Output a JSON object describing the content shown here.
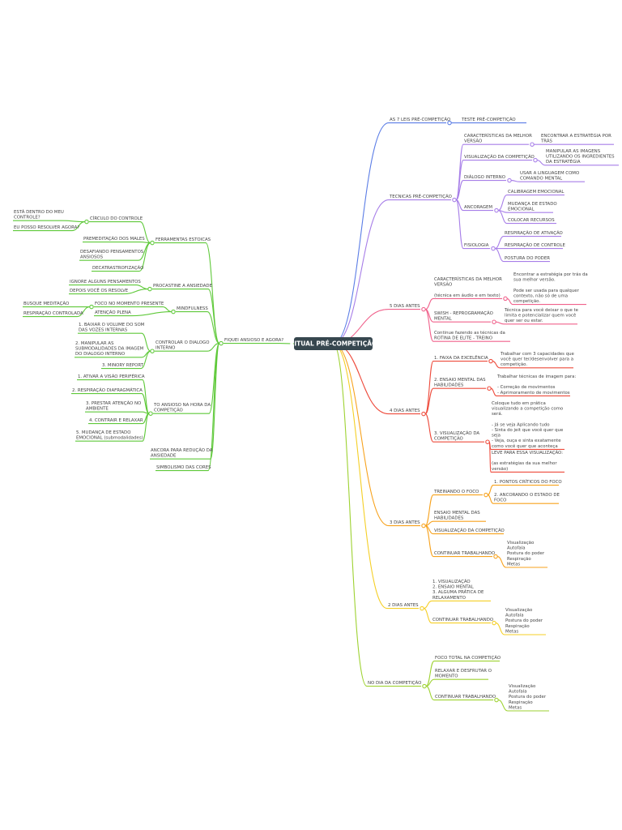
{
  "colors": {
    "root_bg": "#37474f",
    "blue": "#5b7de6",
    "purple": "#a77ee8",
    "pink": "#f0628c",
    "red": "#ee4b3c",
    "orange": "#f7a21d",
    "yellow": "#f5cf26",
    "lime": "#9ed232",
    "green": "#5fc93a"
  },
  "root": {
    "label": "RITUAL PRÉ-COMPETIÇÃO"
  },
  "right": [
    {
      "id": "b1",
      "color": "blue",
      "lines": [
        "AS 7 LEIS PRÉ-COMPETIÇÃO"
      ],
      "children": [
        {
          "id": "b1a",
          "lines": [
            "TESTE PRÉ-COMPETIÇÃO"
          ]
        }
      ]
    },
    {
      "id": "b2",
      "color": "purple",
      "lines": [
        "TECNICAS PRÉ-COMPETIÇÃO"
      ],
      "children": [
        {
          "id": "b2a",
          "lines": [
            "CARACTERÍSTICAS DA MELHOR",
            "VERSÃO"
          ],
          "children": [
            {
              "id": "b2a1",
              "lines": [
                "ENCONTRAR A ESTRATÉGIA POR",
                "TRÁS"
              ]
            }
          ]
        },
        {
          "id": "b2b",
          "lines": [
            "VISUALIZAÇÃO DA COMPETIÇÃO"
          ],
          "children": [
            {
              "id": "b2b1",
              "lines": [
                "MANIPULAR AS IMAGENS",
                "UTILIZANDO OS INGREDIENTES",
                "DA ESTRATÉGIA"
              ]
            }
          ]
        },
        {
          "id": "b2c",
          "lines": [
            "DIÁLOGO INTERNO"
          ],
          "children": [
            {
              "id": "b2c1",
              "lines": [
                "USAR A LINGUAGEM COMO",
                "COMANDO MENTAL"
              ]
            }
          ]
        },
        {
          "id": "b2d",
          "lines": [
            "ANCORAGEM"
          ],
          "children": [
            {
              "id": "b2d1",
              "lines": [
                "CALIBRAGEM EMOCIONAL"
              ]
            },
            {
              "id": "b2d2",
              "lines": [
                "MUDANÇA DE ESTADO",
                "EMOCIONAL"
              ]
            },
            {
              "id": "b2d3",
              "lines": [
                "COLOCAR RECURSOS"
              ]
            }
          ]
        },
        {
          "id": "b2e",
          "lines": [
            "FISIOLOGIA"
          ],
          "children": [
            {
              "id": "b2e1",
              "lines": [
                "RESPIRAÇÃO DE ATIVAÇÃO"
              ]
            },
            {
              "id": "b2e2",
              "lines": [
                "RESPIRAÇÃO DE CONTROLE"
              ]
            },
            {
              "id": "b2e3",
              "lines": [
                "POSTURA DO PODER"
              ]
            }
          ]
        }
      ]
    },
    {
      "id": "b3",
      "color": "pink",
      "lines": [
        "5 DIAS ANTES"
      ],
      "children": [
        {
          "id": "b3a",
          "lines": [
            "CARACTERÍSTICAS DA MELHOR",
            "VERSÃO",
            "",
            "(técnica em áudio e em texto)"
          ],
          "children": [
            {
              "id": "b3a1",
              "lines": [
                "Encontrar a estratégia por trás da",
                "sua melhor versão.",
                "",
                "Pode ser usada para qualquer",
                "contexto, não só de uma",
                "competição."
              ]
            }
          ]
        },
        {
          "id": "b3b",
          "lines": [
            "SWISH - REPROGRAMAÇÃO",
            "MENTAL"
          ],
          "children": [
            {
              "id": "b3b1",
              "lines": [
                "Técnica para você deixar o que te",
                "limita e potencializar quem você",
                "quer ser ou estar."
              ]
            }
          ]
        },
        {
          "id": "b3c",
          "lines": [
            "Continue fazendo as técnicas da",
            "ROTINA DE ELITE - TREINO"
          ]
        }
      ]
    },
    {
      "id": "b4",
      "color": "red",
      "lines": [
        "4 DIAS ANTES"
      ],
      "children": [
        {
          "id": "b4a",
          "lines": [
            "1. FAIXA DA EXCELÊNCIA"
          ],
          "children": [
            {
              "id": "b4a1",
              "lines": [
                "Trabalhar com 3 capacidades que",
                "você quer ter/desenvolver para a",
                "competição."
              ]
            }
          ]
        },
        {
          "id": "b4b",
          "lines": [
            "2. ENSAIO MENTAL DAS",
            "HABILIDADES"
          ],
          "children": [
            {
              "id": "b4b1",
              "lines": [
                "Trabalhar técnicas de imagem para:",
                "",
                "- Correção de movimentos",
                "- Aprimoramento de movimentos"
              ]
            }
          ]
        },
        {
          "id": "b4c",
          "lines": [
            "3. VISUALIZAÇÃO DA",
            "COMPETIÇÃO"
          ],
          "children": [
            {
              "id": "b4c1",
              "lines": [
                "Coloque tudo em prática",
                "visualizando a competição como",
                "será.",
                "",
                "- Já se veja Aplicando tudo",
                "- Sinta do jeit que você quer que",
                "seja",
                "- Veja, ouça e sinta exatamente",
                "como você quer que aconteça"
              ]
            },
            {
              "id": "b4c2",
              "lines": [
                "LEVE PARA ESSA VISUALIZAÇÃO:",
                "",
                "(as estratégias da sua melhor",
                "versão)"
              ]
            }
          ]
        }
      ]
    },
    {
      "id": "b5",
      "color": "orange",
      "lines": [
        "3 DIAS ANTES"
      ],
      "children": [
        {
          "id": "b5a",
          "lines": [
            "TREINANDO O FOCO"
          ],
          "children": [
            {
              "id": "b5a1",
              "lines": [
                "1. PONTOS CRÍTICOS DO FOCO"
              ]
            },
            {
              "id": "b5a2",
              "lines": [
                "2. ANCORANDO O ESTADO DE",
                "FOCO"
              ]
            }
          ]
        },
        {
          "id": "b5b",
          "lines": [
            "ENSAIO MENTAL DAS",
            "HABILIDADES"
          ]
        },
        {
          "id": "b5c",
          "lines": [
            "VISUALIZAÇÃO DA COMPETIÇÃO"
          ]
        },
        {
          "id": "b5d",
          "lines": [
            "CONTINUAR TRABALHANDO"
          ],
          "children": [
            {
              "id": "b5d1",
              "lines": [
                "Visualização",
                "Autofala",
                "Postura do poder",
                "Respiração",
                "Metas"
              ]
            }
          ]
        }
      ]
    },
    {
      "id": "b6",
      "color": "yellow",
      "lines": [
        "2 DIAS ANTES"
      ],
      "children": [
        {
          "id": "b6a",
          "lines": [
            "1. VISUALIZAÇÃO",
            "2. ENSAIO MENTAL",
            "3. ALGUMA PRÁTICA DE",
            "RELAXAMENTO"
          ]
        },
        {
          "id": "b6b",
          "lines": [
            "CONTINUAR TRABALHANDO"
          ],
          "children": [
            {
              "id": "b6b1",
              "lines": [
                "Visualização",
                "Autofala",
                "Postura do poder",
                "Respiração",
                "Metas"
              ]
            }
          ]
        }
      ]
    },
    {
      "id": "b7",
      "color": "lime",
      "lines": [
        "NO DIA DA COMPETIÇÃO"
      ],
      "children": [
        {
          "id": "b7a",
          "lines": [
            "FOCO TOTAL NA COMPETIÇÃO"
          ]
        },
        {
          "id": "b7b",
          "lines": [
            "RELAXAR E DESFRUTAR O",
            "MOMENTO"
          ]
        },
        {
          "id": "b7c",
          "lines": [
            "CONTINUAR TRABALHANDO"
          ],
          "children": [
            {
              "id": "b7c1",
              "lines": [
                "Visualização",
                "Autofala",
                "Postura do poder",
                "Respiração",
                "Metas"
              ]
            }
          ]
        }
      ]
    }
  ],
  "left": {
    "id": "L",
    "color": "green",
    "lines": [
      "FIQUEI ANSIOSO E AGORA?"
    ],
    "children": [
      {
        "id": "L1",
        "lines": [
          "FERRAMENTAS ESTOICAS"
        ],
        "children": [
          {
            "id": "L1a",
            "lines": [
              "CÍRCULO DO CONTROLE"
            ],
            "children": [
              {
                "id": "L1a1",
                "lines": [
                  "ESTÁ DENTRO DO MEU",
                  "CONTROLE?"
                ]
              },
              {
                "id": "L1a2",
                "lines": [
                  "EU POSSO RESOLVER AGORA?"
                ]
              }
            ]
          },
          {
            "id": "L1b",
            "lines": [
              "PREMEDITAÇÃO DOS MALES"
            ]
          },
          {
            "id": "L1c",
            "lines": [
              "DESAFIANDO PENSAMENTOS",
              "ANSIOSOS"
            ]
          },
          {
            "id": "L1d",
            "lines": [
              "DECATRASTROFIZAÇÃO"
            ]
          }
        ]
      },
      {
        "id": "L2",
        "lines": [
          "PROCASTINE A ANSIEDADE"
        ],
        "children": [
          {
            "id": "L2a",
            "lines": [
              "IGNORE ALGUNS PENSAMENTOS"
            ]
          },
          {
            "id": "L2b",
            "lines": [
              "DEPOIS VOCÊ OS RESOLVE"
            ]
          }
        ]
      },
      {
        "id": "L3",
        "lines": [
          "MINDFULNESS"
        ],
        "children": [
          {
            "id": "L3a",
            "lines": [
              "FOCO NO MOMENTO PRESENTE"
            ],
            "children": [
              {
                "id": "L3a1",
                "lines": [
                  "BUSQUE MEDITAÇÃO"
                ]
              },
              {
                "id": "L3a2",
                "lines": [
                  "RESPIRAÇÃO CONTROLADA"
                ]
              }
            ]
          },
          {
            "id": "L3b",
            "lines": [
              "ATENÇÃO PLENA"
            ]
          }
        ]
      },
      {
        "id": "L4",
        "lines": [
          "CONTROLAR O DIALOGO",
          "INTERNO"
        ],
        "children": [
          {
            "id": "L4a",
            "lines": [
              "1. BAIXAR O VOLUME DO SOM",
              "DAS VOZES INTERNAS"
            ]
          },
          {
            "id": "L4b",
            "lines": [
              "2. MANIPULAR AS",
              "SUBMODALIDADES DA IMAGEM",
              "DO DIALOGO INTERNO"
            ]
          },
          {
            "id": "L4c",
            "lines": [
              "3. MINORY REPORT"
            ]
          }
        ]
      },
      {
        "id": "L5",
        "lines": [
          "TO ANSIOSO NA HORA DA",
          "COMPETIÇÃO"
        ],
        "children": [
          {
            "id": "L5a",
            "lines": [
              "1. ATIVAR A VISÃO PERIFÉRICA"
            ]
          },
          {
            "id": "L5b",
            "lines": [
              "2. RESPIRAÇÃO DIAFRAGMÁTICA"
            ]
          },
          {
            "id": "L5c",
            "lines": [
              "3. PRESTAR ATENÇÃO NO",
              "AMBIENTE"
            ]
          },
          {
            "id": "L5d",
            "lines": [
              "4. CONTRAIR E RELAXAR"
            ]
          },
          {
            "id": "L5e",
            "lines": [
              "5. MUDANÇA DE ESTADO",
              "EMOCIONAL (submodalidades)"
            ]
          }
        ]
      },
      {
        "id": "L6",
        "lines": [
          "ANCORA PARA REDUÇÃO DA",
          "ANSIEDADE"
        ]
      },
      {
        "id": "L7",
        "lines": [
          "SIMBOLISMO DAS CORES"
        ]
      }
    ]
  }
}
